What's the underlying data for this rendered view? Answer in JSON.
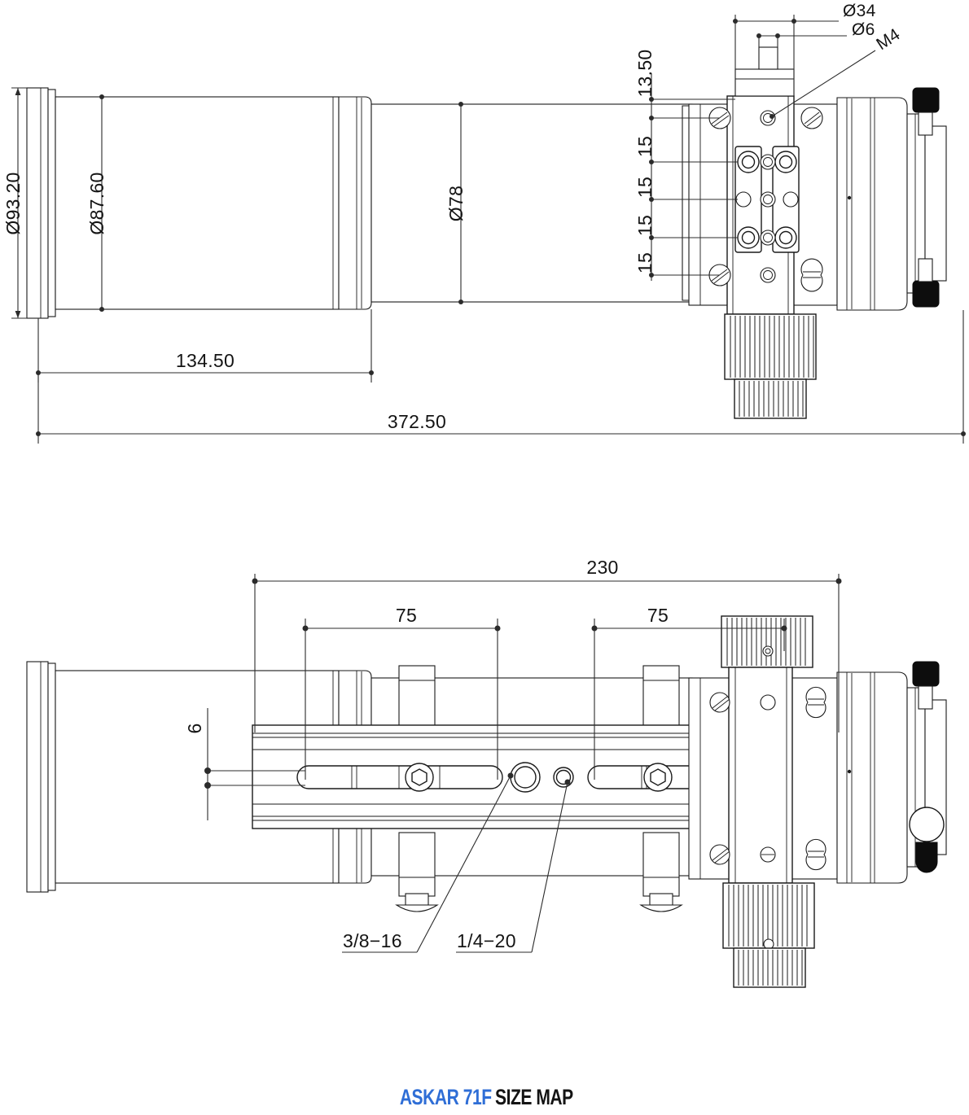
{
  "document": {
    "type": "engineering-dimension-drawing",
    "title_brand": "ASKAR 71F",
    "title_suffix": "SIZE MAP",
    "units": "mm",
    "line_color": "#1a1a1a",
    "brand_color": "#2f6ed6",
    "background": "#ffffff"
  },
  "views": {
    "top": {
      "name": "side-elevation-view",
      "dimensions": {
        "od_dewcap": "Ø93.20",
        "od_tube": "Ø87.60",
        "od_rear": "Ø78",
        "len_dewcap_section": "134.50",
        "len_overall": "372.50",
        "hole_34": "Ø34",
        "hole_6": "Ø6",
        "thread_m4": "M4",
        "offset_top": "13.50",
        "spacing_1": "15",
        "spacing_2": "15",
        "spacing_3": "15",
        "spacing_4": "15"
      }
    },
    "bottom": {
      "name": "plan-view-with-dovetail",
      "dimensions": {
        "rail_length": "230",
        "slot_span_front": "75",
        "slot_span_rear": "75",
        "slot_width": "6",
        "thread_large": "3/8−16",
        "thread_small": "1/4−20"
      }
    }
  },
  "labels": {
    "d93_20": "Ø93.20",
    "d87_60": "Ø87.60",
    "d78": "Ø78",
    "l134_50": "134.50",
    "l372_50": "372.50",
    "d34": "Ø34",
    "d6": "Ø6",
    "m4": "M4",
    "v13_50": "13.50",
    "v15a": "15",
    "v15b": "15",
    "v15c": "15",
    "v15d": "15",
    "l230": "230",
    "l75a": "75",
    "l75b": "75",
    "l6": "6",
    "t38": "3/8−16",
    "t14": "1/4−20"
  }
}
